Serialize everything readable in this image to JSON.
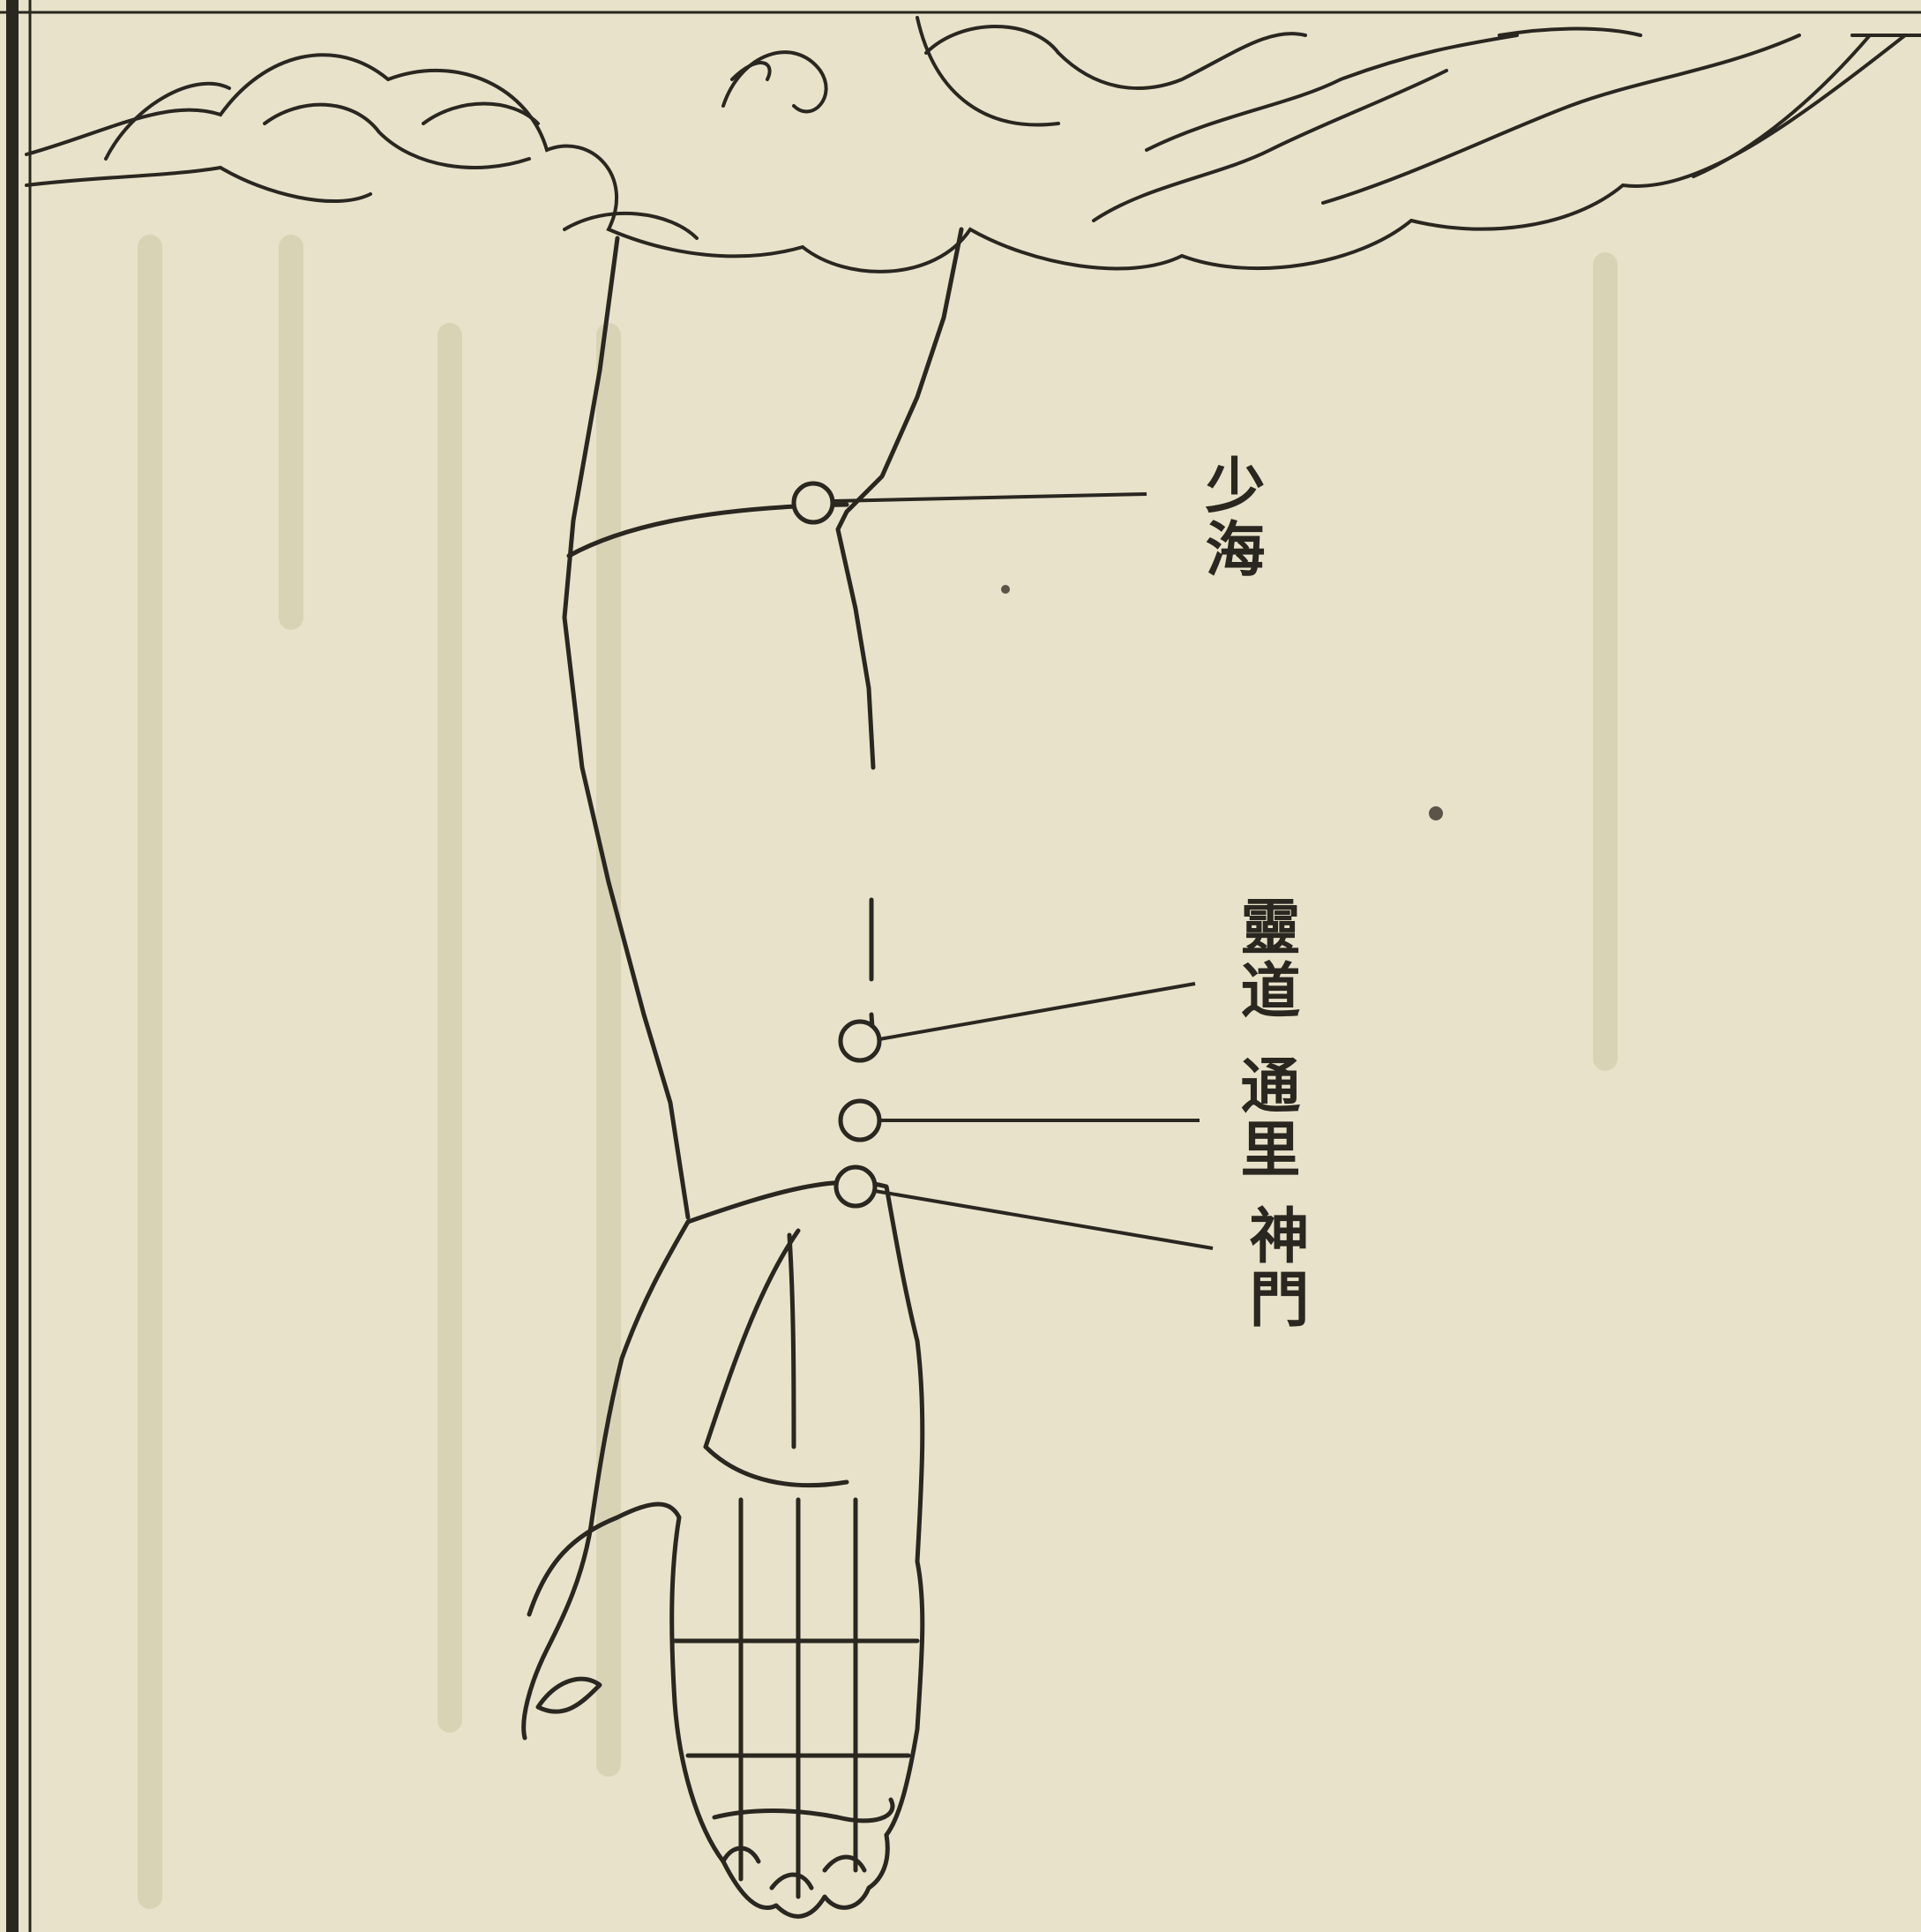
{
  "colors": {
    "paper": "#e7e2c9",
    "ink": "#2a2620",
    "bleed": "#cfc7a8"
  },
  "acupoints": [
    {
      "id": "shaohai",
      "name": "少海"
    },
    {
      "id": "lingdao",
      "name": "靈道"
    },
    {
      "id": "tongli",
      "name": "通里"
    },
    {
      "id": "shenmen",
      "name": "神門"
    }
  ]
}
